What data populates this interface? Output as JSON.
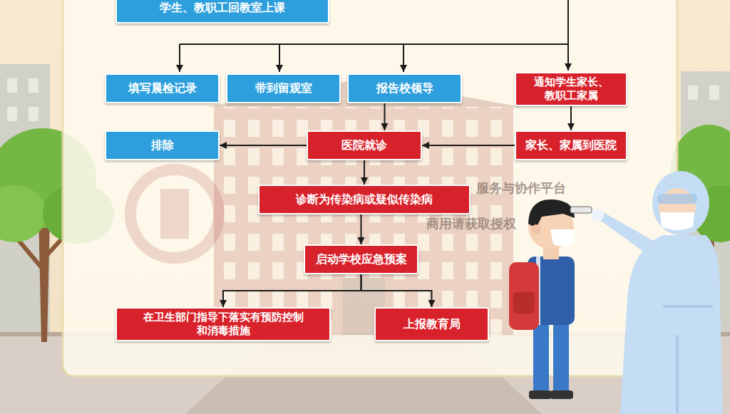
{
  "diagram": {
    "nodes": [
      {
        "text": [
          "学生、教职工回教室上课"
        ]
      },
      {
        "text": [
          "填写晨检记录"
        ]
      },
      {
        "text": [
          "带到留观室"
        ]
      },
      {
        "text": [
          "报告校领导"
        ]
      },
      {
        "text": [
          "通知学生家长、 教职工家属"
        ]
      },
      {
        "text": [
          "排除"
        ]
      },
      {
        "text": [
          "医院就诊"
        ]
      },
      {
        "text": [
          "家长、家属到医院"
        ]
      },
      {
        "text": [
          "诊断为传染病或疑似传染病"
        ]
      },
      {
        "text": [
          "启动学校应急预案"
        ]
      },
      {
        "text": [
          "在卫生部门指导下落实有预防控制 和消毒措施"
        ]
      },
      {
        "text": [
          "上报教育局"
        ]
      }
    ],
    "edges": [
      {
        "from": 3,
        "to": 6,
        "arrow": "to"
      },
      {
        "from": 4,
        "to": 7,
        "arrow": "to"
      },
      {
        "from": 7,
        "to": 6,
        "arrow": "to"
      },
      {
        "from": 6,
        "to": 5,
        "arrow": "to"
      },
      {
        "from": 6,
        "to": 8,
        "arrow": "to"
      },
      {
        "from": 8,
        "to": 9,
        "arrow": "to"
      },
      {
        "from": 9,
        "to": 10,
        "arrow": "to"
      },
      {
        "from": 9,
        "to": 11,
        "arrow": "to"
      }
    ],
    "labels": [
      "服务与协作平台",
      "商用请获取授权"
    ]
  }
}
